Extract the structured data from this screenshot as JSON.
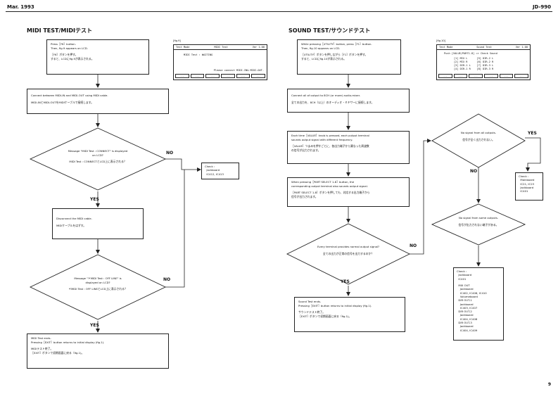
{
  "header": {
    "date": "Mar. 1993",
    "model": "JD-990"
  },
  "page_number": "9",
  "midi": {
    "title": "MIDI TEST/MIDIテスト",
    "fig_label": "[fig.9]",
    "lcd": {
      "mode": "Test Mode",
      "title": "MIDI Test",
      "version": "Ver 1.00",
      "status": "MIDI Test : WAITING",
      "message": "Please connect MIDI-IN& MIDI-OUT.",
      "softkeys": [
        "---",
        "---",
        "---",
        "---",
        "---",
        "---"
      ]
    },
    "step1": [
      "Press［F6］button.",
      "Then, fig.9 appears on LCD.",
      "",
      "［F6］ボタンを押す。",
      "すると、LCDにfig.9が表示される。"
    ],
    "step2": [
      "Connect between MIDI-IN and MIDI-OUT using MIDI cable.",
      "",
      "MIDI-INとMIDI-OUTをMIDIケーブルで接続します。"
    ],
    "decision1": [
      "Message \"MIDI Test : CONNECT\" is displayed",
      "on LCD?",
      "",
      "MIDI Test : CONNECTとLCD上に表示される？"
    ],
    "step3": [
      "Disconnect the MIDI cable.",
      "",
      "MIDIケーブルをはずす。"
    ],
    "decision2": [
      "Message \"＊MIDI Test : OFF LINE\" is",
      "displayed on LCD?",
      "",
      "＊MIDI Test : OFF LINEとLCD上に表示される？"
    ],
    "end": [
      "MIDI Test ends.",
      "Pressing［EXIT］button returns to initial display (fig.1).",
      "",
      "MIDIテスト終了。",
      "［EXIT］ボタンで初期画面に戻る（fig.1)。"
    ],
    "check": [
      "Check :",
      "  Jackboard",
      "  IC412, IC413"
    ],
    "no1": "NO",
    "yes1": "YES",
    "no2": "NO",
    "yes2": "YES"
  },
  "sound": {
    "title": "SOUND TEST/サウンドテスト",
    "fig_label": "[fig.10]",
    "lcd": {
      "mode": "Test Mode",
      "title": "Sound Test",
      "version": "Ver 1.00",
      "prompt": "Push [VALUE/PART1-8] => Check Sound",
      "rows": [
        "[1] MIX L      [5] DIR-2 L",
        "[2] MIX R      [6] DIR-2 R",
        "[3] DIR-1 L    [7] DIR-3 L",
        "[4] DIR-1 R    [8] DIR-3 R"
      ],
      "softkeys": [
        "---",
        "---",
        "---",
        "---",
        "---",
        "---"
      ]
    },
    "step1": [
      "While pressing［UTILITY］button, press［F1］button.",
      "Then, fig.10 appears on LCD.",
      "",
      "［UTILITY］ボタンを押しながら［F1］ボタンを押す。",
      "すると、LCDにfig.10が表示される。"
    ],
    "step2": [
      "Connect all of output to 8CH (or more) audio-mixer.",
      "",
      "全ての出力を、8CH（以上）のオーディオ・ミキサーに接続します。"
    ],
    "step3": [
      "Each time［VALUE］knob is pressed, each putput terminal",
      "sounds output signal with different frequency.",
      "",
      "［VALUE］つまみを押すごとに、各出力端子から異なった周波数",
      "の信号が出力されます。"
    ],
    "step4": [
      "When pressing［PART SELECT 1-8］button, the",
      "corresponding output terminal also sounds output signal.",
      "",
      "［PART SELECT 1-8］ボタンを押しても、対応する出力端子から",
      "信号が出力されます。"
    ],
    "decision1": [
      "Every terminal provides normal output signal?",
      "",
      "全ての出力が正常の信号を出力するのか？"
    ],
    "decision2": [
      "No signal from all outputs.",
      "",
      "信号が全く出力されない。"
    ],
    "decision3": [
      "No signal from some outputs.",
      "",
      "信号が出力されない端子がある。"
    ],
    "end": [
      "Sound Test ends.",
      "Pressing［EXIT］button returns to initial display (fig.1).",
      "",
      "サウンドテスト終了。",
      "［EXIT］ボタンで初期画面に戻る（fig.1)。"
    ],
    "check1": [
      "Check :",
      "  Mainboard",
      "  IC21, IC23",
      "  Jackboard",
      "  IC401"
    ],
    "check2": [
      "Check :",
      "  Jackboard",
      "  IC401",
      "",
      "  MIX OUT",
      "    Jackboard",
      "    IC402, IC406, IC410",
      "    Volumeboard",
      "  DIR OUT-1",
      "    Jackboard",
      "    IC403, IC407",
      "  DIR OUT-2",
      "    Jackboard",
      "    IC404, IC408",
      "  DIR OUT-3",
      "    Jackboard",
      "    IC404, IC409"
    ],
    "no1": "NO",
    "yes1": "YES",
    "yes2": "YES",
    "no2": "NO"
  }
}
